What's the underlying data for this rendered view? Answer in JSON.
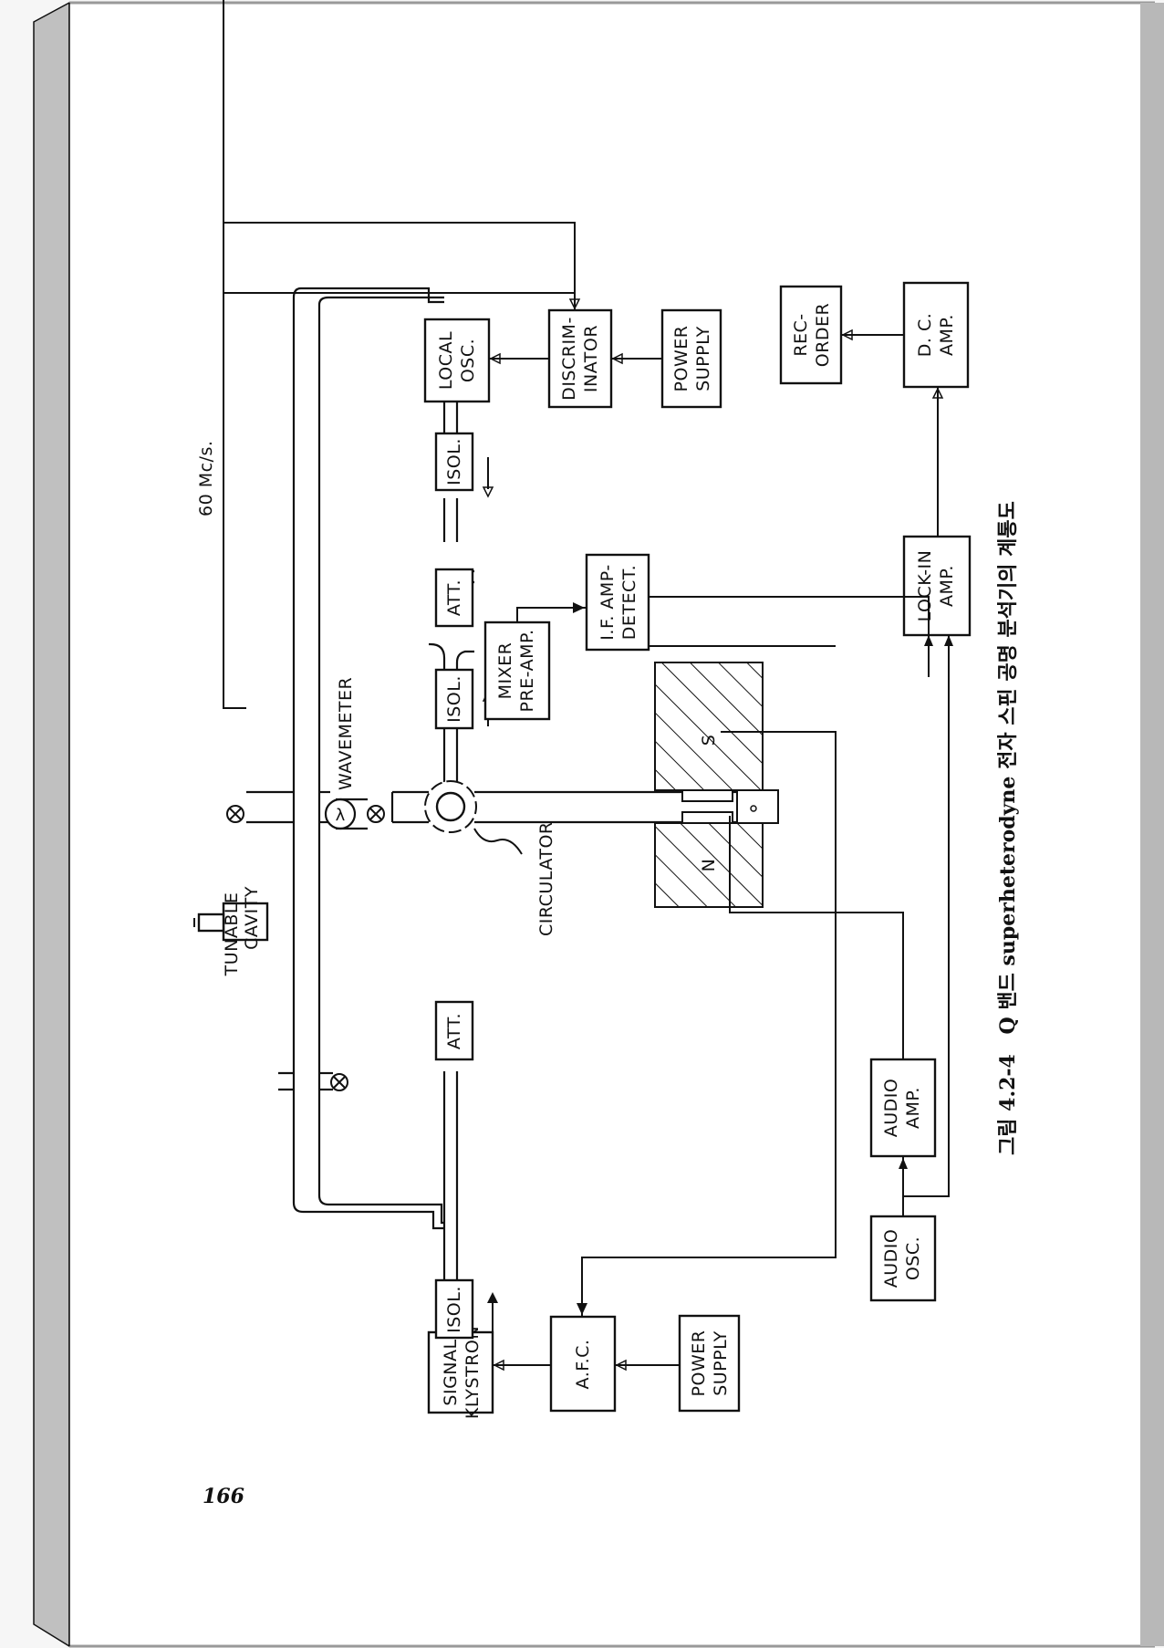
{
  "page": {
    "page_number": "166",
    "caption": {
      "figure_label": "그림 4.2-4",
      "text": "Q 밴드 superheterodyne 전자 스핀 공명 분석기의 계통도"
    },
    "background_color": "#ffffff",
    "spine_color": "#c0c0c0"
  },
  "diagram": {
    "frequency_label": "60  Mc/s.",
    "labels": {
      "tunable_cavity": [
        "TUNABLE",
        "CAVITY"
      ],
      "wavemeter": "WAVEMETER",
      "wavemeter_symbol": "λ",
      "circulator": "CIRCULATOR",
      "magnet_s": "S",
      "magnet_n": "N"
    },
    "blocks": {
      "signal_klystron": [
        "SIGNAL",
        "KLYSTRON"
      ],
      "isol_1": [
        "ISOL."
      ],
      "att_1": [
        "ATT."
      ],
      "isol_2": [
        "ISOL."
      ],
      "mixer_preamp": [
        "MIXER",
        "PRE-AMP."
      ],
      "att_2": [
        "ATT."
      ],
      "isol_3": [
        "ISOL."
      ],
      "local_osc": [
        "LOCAL",
        "OSC."
      ],
      "afc": [
        "A.F.C."
      ],
      "power_supply_1": [
        "POWER",
        "SUPPLY"
      ],
      "if_amp_detect": [
        "I.F. AMP-",
        "DETECT."
      ],
      "discriminator": [
        "DISCRIM-",
        "INATOR"
      ],
      "power_supply_2": [
        "POWER",
        "SUPPLY"
      ],
      "audio_osc": [
        "AUDIO",
        "OSC."
      ],
      "audio_amp": [
        "AUDIO",
        "AMP."
      ],
      "lock_in_amp": [
        "LOCK-IN",
        "AMP."
      ],
      "dc_amp": [
        "D. C.",
        "AMP."
      ],
      "recorder": [
        "REC-",
        "ORDER"
      ]
    }
  }
}
